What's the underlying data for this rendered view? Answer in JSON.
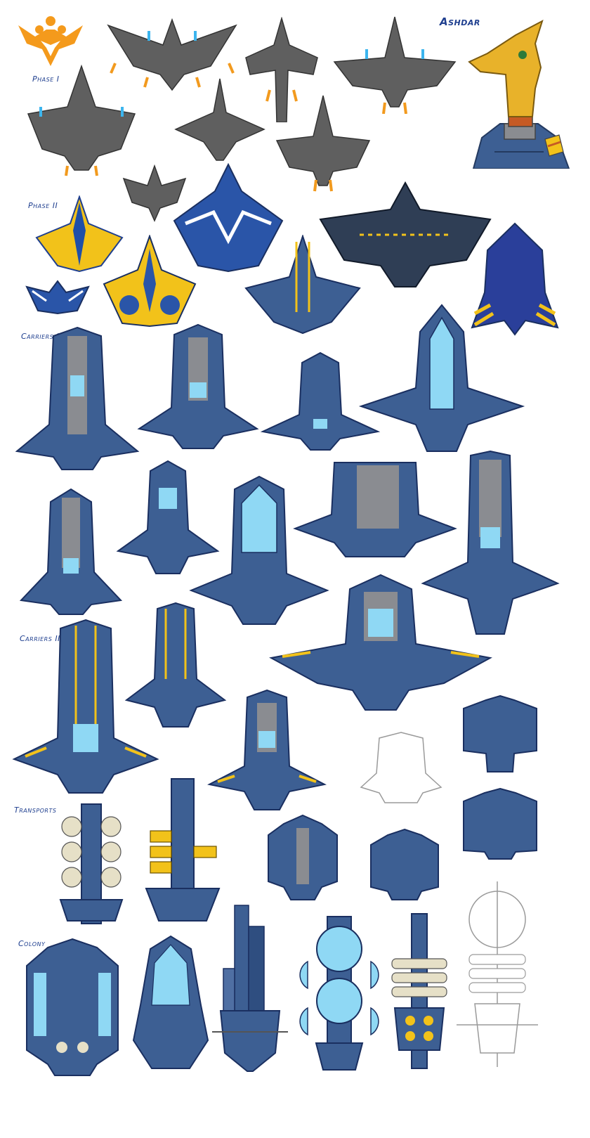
{
  "labels": {
    "faction": "Ashdar",
    "phase_1": "Phase I",
    "phase_2": "Phase II",
    "carriers_1": "Carriers I",
    "carriers_2": "Carriers II",
    "transports": "Transports",
    "colony": "Colony"
  },
  "colors": {
    "sketch_gray": "#5f5f5f",
    "hull_blue": "#3d5f93",
    "panel_gray": "#8a8c91",
    "canopy_cyan": "#8fd8f4",
    "accent_yellow": "#f2c21a",
    "engine_orange": "#f29a1e",
    "engine_blue": "#3cb5ee",
    "logo_orange": "#f49a1c",
    "label_blue": "#1f3f8f"
  },
  "icons": {
    "logo": "ashdar-emblem-icon",
    "portrait": "alien-pilot-portrait"
  }
}
